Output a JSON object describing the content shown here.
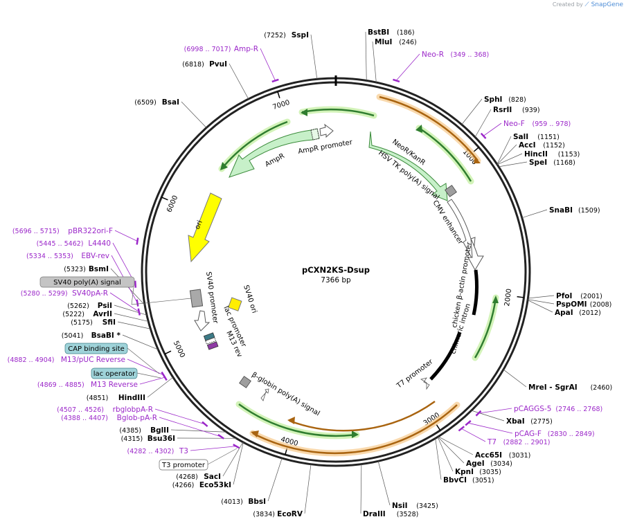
{
  "credit": {
    "prefix": "Created by",
    "brand": "SnapGene"
  },
  "plasmid": {
    "name": "pCXN2KS-Dsup",
    "length_label": "7366 bp",
    "length": 7366
  },
  "ticks": [
    {
      "pos": 1000,
      "label": "1000"
    },
    {
      "pos": 2000,
      "label": "2000"
    },
    {
      "pos": 3000,
      "label": "3000"
    },
    {
      "pos": 4000,
      "label": "4000"
    },
    {
      "pos": 5000,
      "label": "5000"
    },
    {
      "pos": 6000,
      "label": "6000"
    },
    {
      "pos": 7000,
      "label": "7000"
    }
  ],
  "sites": [
    {
      "name": "BstBI",
      "pos": "(186)",
      "bp": 186,
      "side": "right"
    },
    {
      "name": "MluI",
      "pos": "(246)",
      "bp": 246,
      "side": "right"
    },
    {
      "name": "SphI",
      "pos": "(828)",
      "bp": 828,
      "side": "right"
    },
    {
      "name": "RsrII",
      "pos": "(939)",
      "bp": 939,
      "side": "right"
    },
    {
      "name": "SalI",
      "pos": "(1151)",
      "bp": 1151,
      "side": "right"
    },
    {
      "name": "AccI",
      "pos": "(1152)",
      "bp": 1152,
      "side": "right"
    },
    {
      "name": "HincII",
      "pos": "(1153)",
      "bp": 1153,
      "side": "right"
    },
    {
      "name": "SpeI",
      "pos": "(1168)",
      "bp": 1168,
      "side": "right"
    },
    {
      "name": "SnaBI",
      "pos": "(1509)",
      "bp": 1509,
      "side": "right"
    },
    {
      "name": "PfoI",
      "pos": "(2001)",
      "bp": 2001,
      "side": "right"
    },
    {
      "name": "PspOMI",
      "pos": "(2008)",
      "bp": 2008,
      "side": "right"
    },
    {
      "name": "ApaI",
      "pos": "(2012)",
      "bp": 2012,
      "side": "right"
    },
    {
      "name": "MreI - SgrAI",
      "pos": "(2460)",
      "bp": 2460,
      "side": "right"
    },
    {
      "name": "XbaI",
      "pos": "(2775)",
      "bp": 2775,
      "side": "right"
    },
    {
      "name": "Acc65I",
      "pos": "(3031)",
      "bp": 3031,
      "side": "right"
    },
    {
      "name": "AgeI",
      "pos": "(3034)",
      "bp": 3034,
      "side": "right"
    },
    {
      "name": "KpnI",
      "pos": "(3035)",
      "bp": 3035,
      "side": "right"
    },
    {
      "name": "BbvCI",
      "pos": "(3051)",
      "bp": 3051,
      "side": "right"
    },
    {
      "name": "NsiI",
      "pos": "(3425)",
      "bp": 3425,
      "side": "right"
    },
    {
      "name": "DraIII",
      "pos": "(3528)",
      "bp": 3528,
      "side": "right"
    },
    {
      "name": "EcoRV",
      "pos": "(3834)",
      "bp": 3834,
      "side": "left"
    },
    {
      "name": "BbsI",
      "pos": "(4013)",
      "bp": 4013,
      "side": "left"
    },
    {
      "name": "SacI",
      "pos": "(4268)",
      "bp": 4268,
      "side": "left"
    },
    {
      "name": "Eco53kI",
      "pos": "(4266)",
      "bp": 4266,
      "side": "left"
    },
    {
      "name": "Bsu36I",
      "pos": "(4315)",
      "bp": 4315,
      "side": "left"
    },
    {
      "name": "BglII",
      "pos": "(4385)",
      "bp": 4385,
      "side": "left"
    },
    {
      "name": "HindIII",
      "pos": "(4851)",
      "bp": 4851,
      "side": "left"
    },
    {
      "name": "BsaBI *",
      "pos": "(5041)",
      "bp": 5041,
      "side": "left"
    },
    {
      "name": "SfiI",
      "pos": "(5175)",
      "bp": 5175,
      "side": "left"
    },
    {
      "name": "AvrII",
      "pos": "(5222)",
      "bp": 5222,
      "side": "left"
    },
    {
      "name": "PsiI",
      "pos": "(5262)",
      "bp": 5262,
      "side": "left"
    },
    {
      "name": "BsmI",
      "pos": "(5323)",
      "bp": 5323,
      "side": "left"
    },
    {
      "name": "BsaI",
      "pos": "(6509)",
      "bp": 6509,
      "side": "left"
    },
    {
      "name": "PvuI",
      "pos": "(6818)",
      "bp": 6818,
      "side": "left"
    },
    {
      "name": "SspI",
      "pos": "(7252)",
      "bp": 7252,
      "side": "left"
    }
  ],
  "primers": [
    {
      "name": "Neo-R",
      "range": "(349 .. 368)",
      "bp": 358,
      "side": "right"
    },
    {
      "name": "Neo-F",
      "range": "(959 .. 978)",
      "bp": 968,
      "side": "right"
    },
    {
      "name": "pCAGGS-5",
      "range": "(2746 .. 2768)",
      "bp": 2757,
      "side": "right"
    },
    {
      "name": "pCAG-F",
      "range": "(2830 .. 2849)",
      "bp": 2840,
      "side": "right"
    },
    {
      "name": "T7",
      "range": "(2882 .. 2901)",
      "bp": 2891,
      "side": "right"
    },
    {
      "name": "T3",
      "range": "(4282 .. 4302)",
      "bp": 4292,
      "side": "left"
    },
    {
      "name": "Bglob-pA-R",
      "range": "(4388 .. 4407)",
      "bp": 4397,
      "side": "left"
    },
    {
      "name": "rbglobpA-R",
      "range": "(4507 .. 4526)",
      "bp": 4516,
      "side": "left"
    },
    {
      "name": "M13 Reverse",
      "range": "(4869 .. 4885)",
      "bp": 4877,
      "side": "left"
    },
    {
      "name": "M13/pUC Reverse",
      "range": "(4882 .. 4904)",
      "bp": 4893,
      "side": "left"
    },
    {
      "name": "SV40pA-R",
      "range": "(5280 .. 5299)",
      "bp": 5290,
      "side": "left"
    },
    {
      "name": "EBV-rev",
      "range": "(5334 .. 5353)",
      "bp": 5343,
      "side": "left"
    },
    {
      "name": "L4440",
      "range": "(5445 .. 5462)",
      "bp": 5453,
      "side": "left"
    },
    {
      "name": "pBR322ori-F",
      "range": "(5696 .. 5715)",
      "bp": 5705,
      "side": "left"
    },
    {
      "name": "Amp-R",
      "range": "(6998 .. 7017)",
      "bp": 7007,
      "side": "left"
    }
  ],
  "boxed_labels": [
    {
      "text": "SV40 poly(A) signal",
      "color": "#bdbdbd"
    },
    {
      "text": "CAP binding site",
      "color": "#9fd3d9"
    },
    {
      "text": "lac operator",
      "color": "#9fd3d9"
    },
    {
      "text": "T3 promoter",
      "color": "#ffffff"
    }
  ],
  "features": {
    "neor": "NeoR/KanR",
    "hsv": "HSV TK poly(A) signal",
    "cmv": "CMV enhancer",
    "chicken": "chicken β-actin promoter",
    "intron": "chimeric intron",
    "t7promoter": "T7 promoter",
    "bglobin": "β-globin poly(A) signal",
    "ampr": "AmpR",
    "amprpromoter": "AmpR promoter",
    "ori": "ori",
    "sv40promoter": "SV40 promoter",
    "sv40ori": "SV40 ori",
    "lacpromoter": "lac promoter",
    "m13rev": "M13 rev"
  },
  "colors": {
    "backbone": "#222222",
    "primer": "#9b27c9",
    "ampr_fill": "#c7f0c9",
    "ampr_stroke": "#3a8a3a",
    "ori_fill": "#ffff00",
    "orf_green": "#2e9e2e",
    "orf_orange": "#c66f00"
  }
}
